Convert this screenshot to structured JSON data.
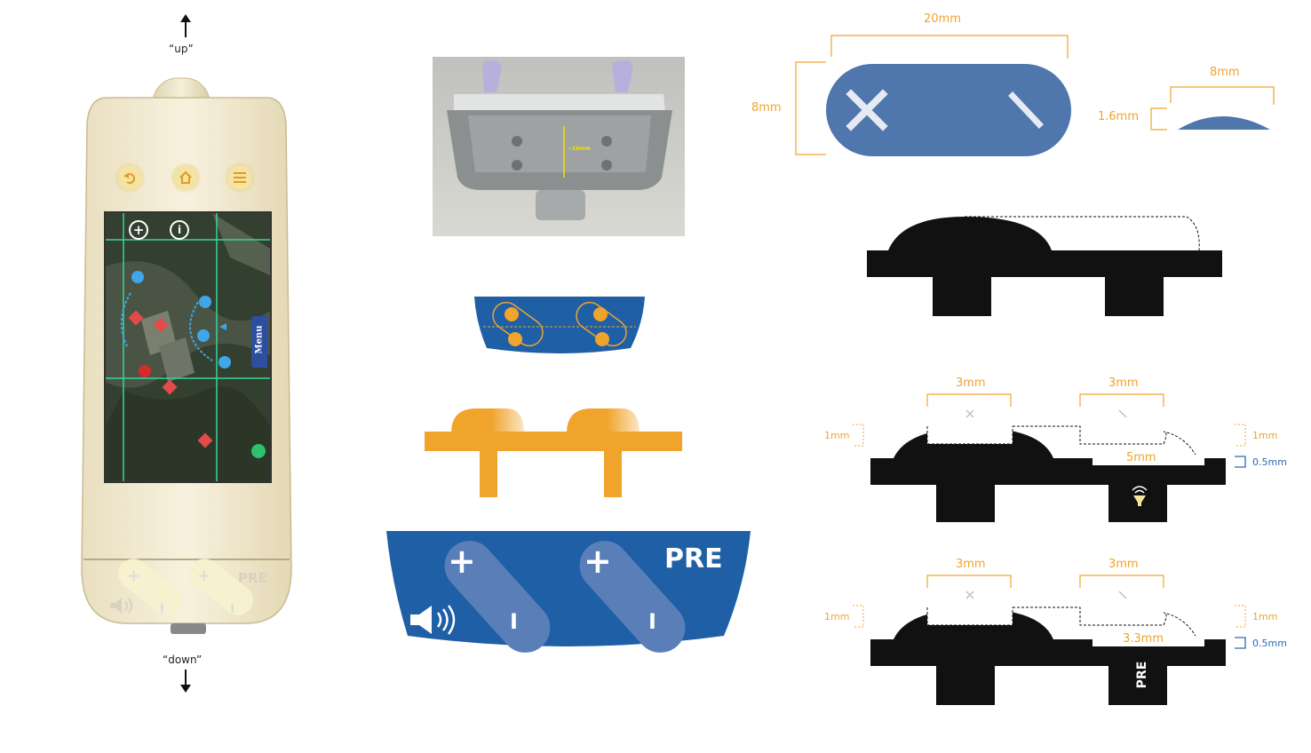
{
  "device": {
    "up_label": "“up”",
    "down_label": "“down”",
    "side_menu_label": "Menu",
    "bottom_pre_label": "PRE",
    "btn_plus": "+",
    "btn_minus": "I",
    "icons": [
      "back-icon",
      "home-icon",
      "list-icon",
      "plus-circle-icon",
      "info-circle-icon",
      "speaker-icon"
    ]
  },
  "photo": {
    "measure_label": "~16mm"
  },
  "keypad": {
    "pre_label": "PRE",
    "plus": "+",
    "minus": "I"
  },
  "top_right": {
    "width_label": "20mm",
    "height_label": "8mm",
    "side_width_label": "8mm",
    "side_height_label": "1.6mm"
  },
  "cross1": {
    "left_gap": "3mm",
    "right_gap": "3mm",
    "left_height": "1mm",
    "right_height": "1mm",
    "slot_label": "5mm",
    "base_label": "0.5mm"
  },
  "cross2": {
    "left_gap": "3mm",
    "right_gap": "3mm",
    "left_height": "1mm",
    "right_height": "1mm",
    "slot_label": "3.3mm",
    "base_label": "0.5mm",
    "pre_label": "PRE"
  },
  "colors": {
    "orange": "#f0a42c",
    "blue": "#2d6bb0",
    "blue_light": "#5a7fb8",
    "black": "#111111",
    "device_body": "#ece4c8"
  }
}
